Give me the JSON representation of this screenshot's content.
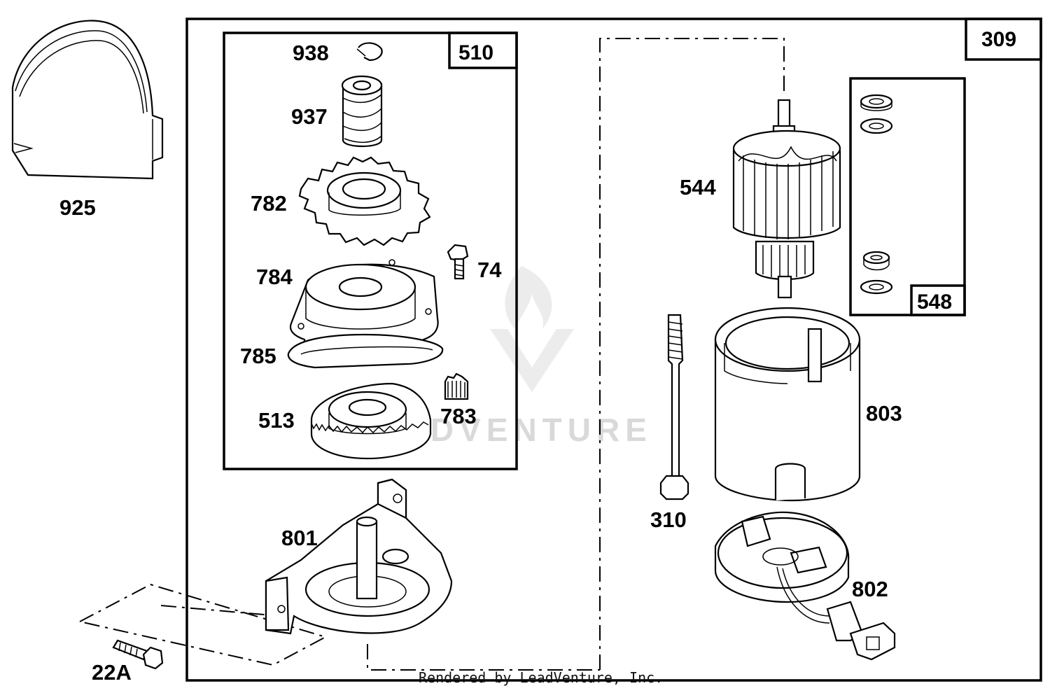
{
  "diagram": {
    "kit_labels": {
      "k309": "309",
      "k510": "510",
      "k548": "548"
    },
    "part_labels": {
      "p925": "925",
      "p938": "938",
      "p937": "937",
      "p782": "782",
      "p784": "784",
      "p74": "74",
      "p785": "785",
      "p513": "513",
      "p783": "783",
      "p801": "801",
      "p22A": "22A",
      "p544": "544",
      "p310": "310",
      "p803": "803",
      "p802": "802"
    },
    "watermark": "EADVENTURE",
    "footer": "Rendered by LeadVenture, Inc."
  }
}
